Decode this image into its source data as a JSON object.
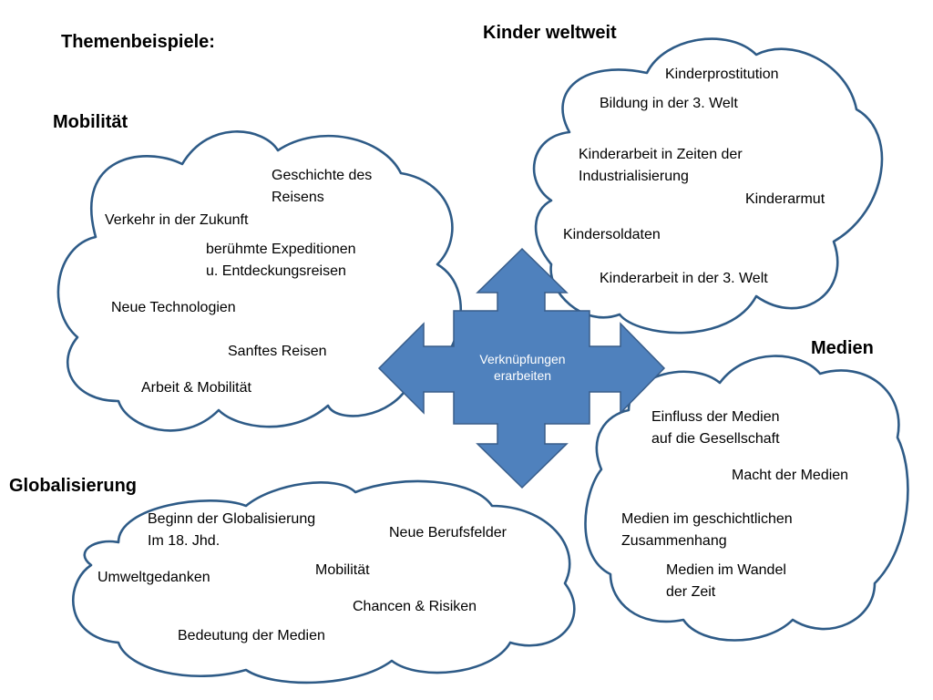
{
  "title": "Themenbeispiele:",
  "center_label": "Verknüpfungen\nerarbeiten",
  "colors": {
    "cloud_outline": "#2e5b87",
    "arrow_fill": "#4f81bd",
    "arrow_stroke": "#385d8a"
  },
  "groups": {
    "mobilitaet": {
      "heading": "Mobilität",
      "topics": [
        "Geschichte des\nReisens",
        "Verkehr in der Zukunft",
        "berühmte Expeditionen\nu. Entdeckungsreisen",
        "Neue Technologien",
        "Sanftes Reisen",
        "Arbeit & Mobilität"
      ]
    },
    "kinder": {
      "heading": "Kinder weltweit",
      "topics": [
        "Kinderprostitution",
        "Bildung in der 3. Welt",
        "Kinderarbeit in Zeiten der\nIndustrialisierung",
        "Kinderarmut",
        "Kindersoldaten",
        "Kinderarbeit in der 3. Welt"
      ]
    },
    "medien": {
      "heading": "Medien",
      "topics": [
        "Einfluss der Medien\nauf die Gesellschaft",
        "Macht der Medien",
        "Medien im geschichtlichen\nZusammenhang",
        "Medien im Wandel\nder Zeit"
      ]
    },
    "globalisierung": {
      "heading": "Globalisierung",
      "topics": [
        "Beginn der Globalisierung\nIm 18. Jhd.",
        "Neue Berufsfelder",
        "Umweltgedanken",
        "Mobilität",
        "Chancen & Risiken",
        "Bedeutung der Medien"
      ]
    }
  }
}
